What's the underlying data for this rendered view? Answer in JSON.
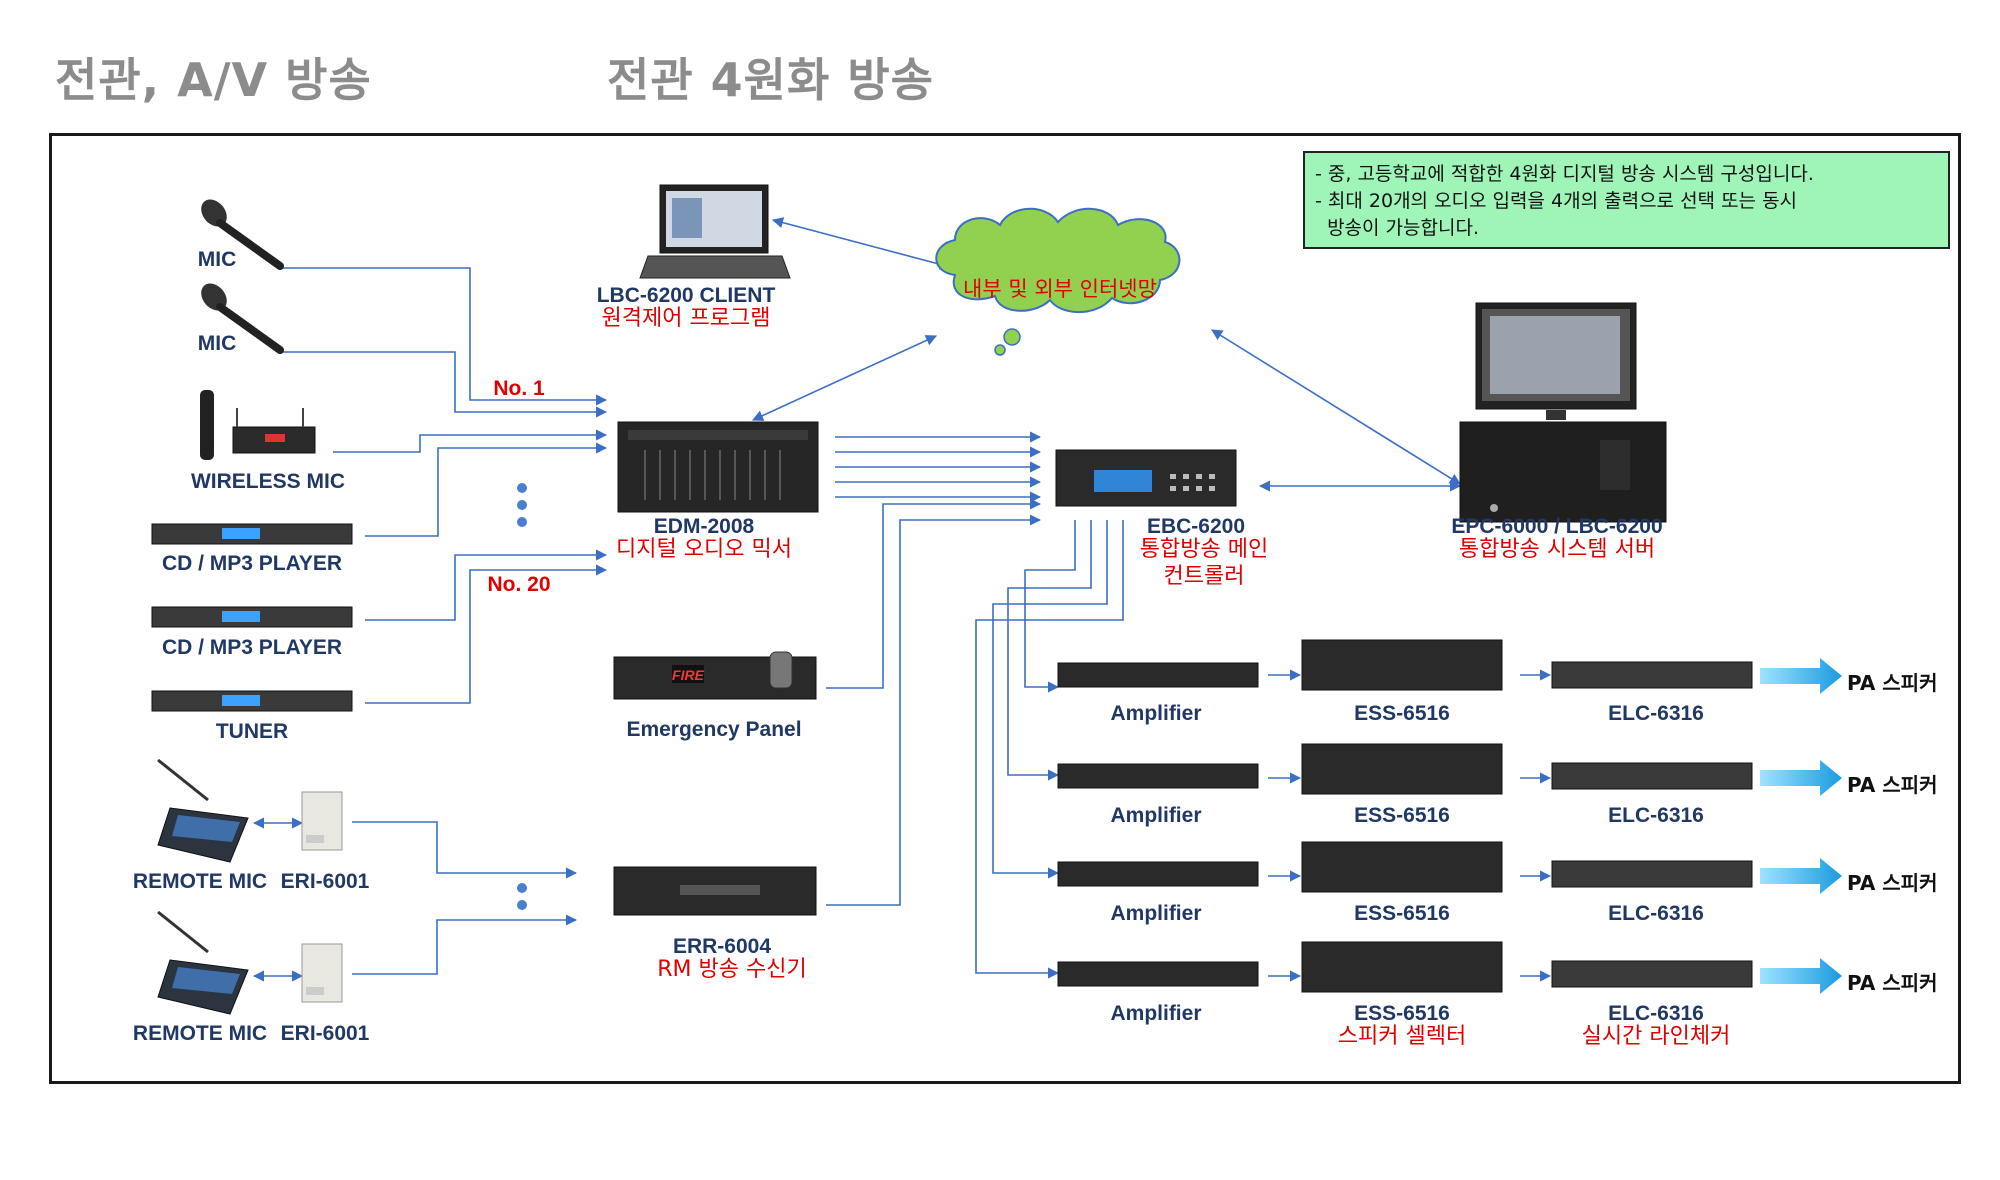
{
  "headers": {
    "left": "전관, A/V 방송",
    "right": "전관 4원화 방송"
  },
  "info": {
    "line1": "- 중, 고등학교에 적합한 4원화 디지털 방송 시스템 구성입니다.",
    "line2": "- 최대 20개의 오디오 입력을 4개의 출력으로 선택 또는 동시",
    "line3": "  방송이 가능합니다."
  },
  "cloud_label": "내부 및 외부 인터넷망",
  "inputs": {
    "mic1": "MIC",
    "mic2": "MIC",
    "wireless": "WIRELESS MIC",
    "cd1": "CD / MP3 PLAYER",
    "cd2": "CD / MP3 PLAYER",
    "tuner": "TUNER",
    "remote1": "REMOTE MIC",
    "eri1": "ERI-6001",
    "remote2": "REMOTE MIC",
    "eri2": "ERI-6001"
  },
  "channel_labels": {
    "first": "No. 1",
    "last": "No. 20"
  },
  "devices": {
    "client_model": "LBC-6200 CLIENT",
    "client_desc": "원격제어 프로그램",
    "mixer_model": "EDM-2008",
    "mixer_desc": "디지털 오디오 믹서",
    "emergency": "Emergency Panel",
    "receiver_model": "ERR-6004",
    "receiver_desc": "RM  방송 수신기",
    "controller_model": "EBC-6200",
    "controller_desc1": "통합방송 메인",
    "controller_desc2": "컨트롤러",
    "server_model": "EPC-6000 / LBC-6200",
    "server_desc": "통합방송 시스템 서버",
    "fire_text": "FIRE"
  },
  "outputs": [
    {
      "amp": "Amplifier",
      "selector": "ESS-6516",
      "checker": "ELC-6316",
      "speaker": "PA 스피커"
    },
    {
      "amp": "Amplifier",
      "selector": "ESS-6516",
      "checker": "ELC-6316",
      "speaker": "PA 스피커"
    },
    {
      "amp": "Amplifier",
      "selector": "ESS-6516",
      "checker": "ELC-6316",
      "speaker": "PA 스피커"
    },
    {
      "amp": "Amplifier",
      "selector": "ESS-6516",
      "checker": "ELC-6316",
      "speaker": "PA 스피커"
    }
  ],
  "output_notes": {
    "selector_desc": "스피커 셀렉터",
    "checker_desc": "실시간 라인체커"
  },
  "colors": {
    "line": "#3c6fc4",
    "label_blue": "#1f3864",
    "label_red": "#e00000",
    "info_bg": "#9ff5b8",
    "cloud": "#92d050",
    "arrow": "#1ea6e8"
  }
}
